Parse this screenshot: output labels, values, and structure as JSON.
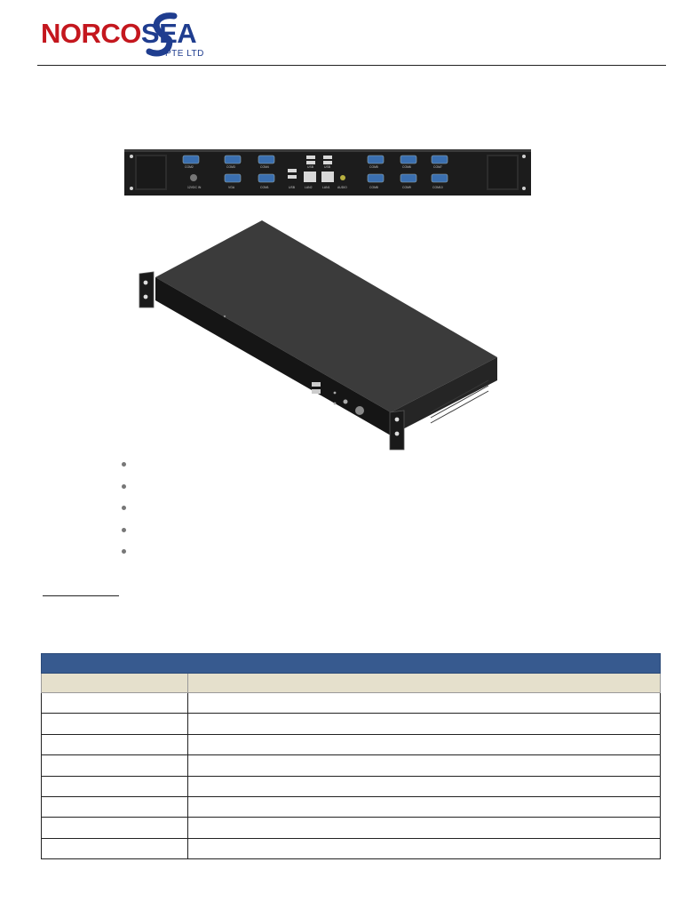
{
  "header": {
    "logo_primary": "NORCO",
    "logo_accent": "SEA",
    "logo_sub": "PTE LTD"
  },
  "rear_panel": {
    "port_labels": [
      "COM2",
      "COM3",
      "COM4",
      "USB",
      "USB",
      "COM5",
      "COM6",
      "COM7",
      "12VDC IN",
      "VGA",
      "COM1",
      "USB",
      "LAN2",
      "LAN1",
      "AUDIO",
      "COM8",
      "COM9",
      "COM10"
    ]
  },
  "bullets": [
    "",
    "",
    "",
    "",
    ""
  ],
  "spec_table": {
    "header": "",
    "subheader": [
      "",
      ""
    ],
    "rows": [
      [
        "",
        ""
      ],
      [
        "",
        ""
      ],
      [
        "",
        ""
      ],
      [
        "",
        ""
      ],
      [
        "",
        ""
      ],
      [
        "",
        ""
      ],
      [
        "",
        ""
      ],
      [
        "",
        ""
      ]
    ]
  }
}
